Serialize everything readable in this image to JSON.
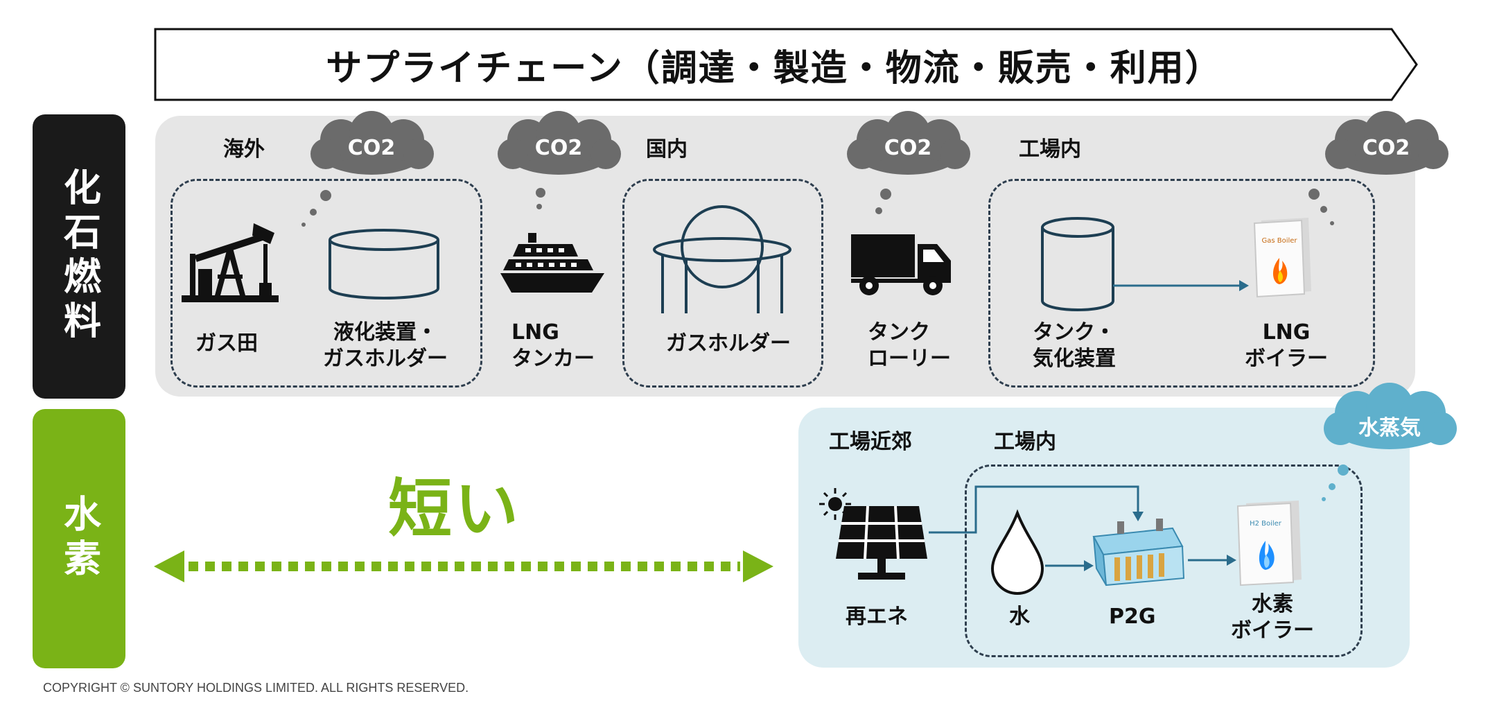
{
  "banner": {
    "title": "サプライチェーン（調達・製造・物流・販売・利用）"
  },
  "side_labels": {
    "fossil": "化石燃料",
    "hydrogen": "水素"
  },
  "fossil": {
    "region_overseas": "海外",
    "region_domestic": "国内",
    "region_factory": "工場内",
    "gas_field": "ガス田",
    "liquefaction_line1": "液化装置・",
    "liquefaction_line2": "ガスホルダー",
    "lng_tanker_line1": "LNG",
    "lng_tanker_line2": "タンカー",
    "gas_holder": "ガスホルダー",
    "tank_lorry_line1": "タンク",
    "tank_lorry_line2": "ローリー",
    "tank_vaporizer_line1": "タンク・",
    "tank_vaporizer_line2": "気化装置",
    "lng_boiler_line1": "LNG",
    "lng_boiler_line2": "ボイラー",
    "co2": "CO2"
  },
  "hydrogen": {
    "short": "短い",
    "region_nearby": "工場近郊",
    "region_factory": "工場内",
    "renewable": "再エネ",
    "water": "水",
    "p2g": "P2G",
    "h2_boiler_line1": "水素",
    "h2_boiler_line2": "ボイラー",
    "steam": "水蒸気"
  },
  "colors": {
    "fossil_dark": "#1a1a1a",
    "hydrogen_green": "#7ab317",
    "cloud_gray": "#6b6b6b",
    "cloud_blue": "#5fb0cc",
    "line_blue": "#2a6c8c"
  },
  "footer": {
    "copyright": "COPYRIGHT © SUNTORY HOLDINGS LIMITED. ALL RIGHTS RESERVED."
  }
}
